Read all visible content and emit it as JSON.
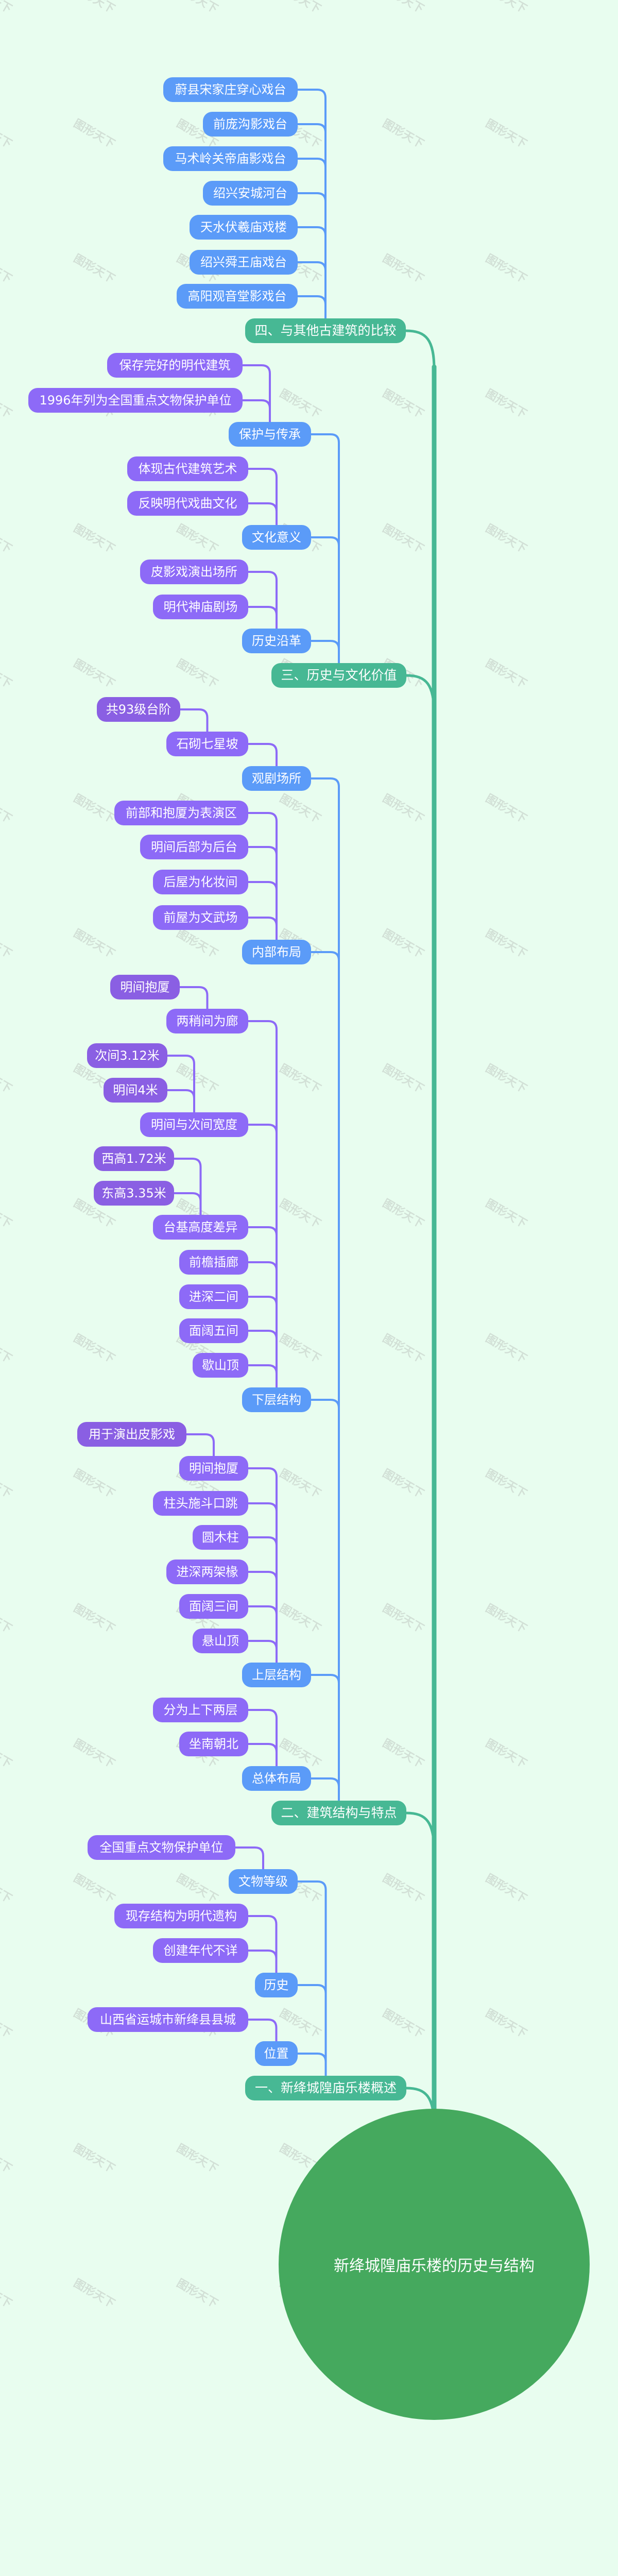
{
  "watermark": "图形天下",
  "colors": {
    "background": "#e8fdef",
    "root": "#45a95e",
    "section": "#47b894",
    "level2": "#5b9bf8",
    "level3": "#8d6af7",
    "level4": "#8a5fe3"
  },
  "root": {
    "label": "新绛城隍庙乐楼的历史与结构"
  },
  "s4": {
    "label": "四、与其他古建筑的比较",
    "c": [
      {
        "label": "蔚县宋家庄穿心戏台"
      },
      {
        "label": "前庞沟影戏台"
      },
      {
        "label": "马术岭关帝庙影戏台"
      },
      {
        "label": "绍兴安城河台"
      },
      {
        "label": "天水伏羲庙戏楼"
      },
      {
        "label": "绍兴舜王庙戏台"
      },
      {
        "label": "高阳观音堂影戏台"
      }
    ]
  },
  "s3": {
    "label": "三、历史与文化价值",
    "c": [
      {
        "label": "保护与传承",
        "c": [
          {
            "label": "保存完好的明代建筑"
          },
          {
            "label": "1996年列为全国重点文物保护单位"
          }
        ]
      },
      {
        "label": "文化意义",
        "c": [
          {
            "label": "体现古代建筑艺术"
          },
          {
            "label": "反映明代戏曲文化"
          }
        ]
      },
      {
        "label": "历史沿革",
        "c": [
          {
            "label": "皮影戏演出场所"
          },
          {
            "label": "明代神庙剧场"
          }
        ]
      }
    ]
  },
  "s2": {
    "label": "二、建筑结构与特点",
    "c": [
      {
        "label": "观剧场所",
        "c": [
          {
            "label": "石砌七星坡",
            "c": [
              {
                "label": "共93级台阶"
              }
            ]
          }
        ]
      },
      {
        "label": "内部布局",
        "c": [
          {
            "label": "前部和抱厦为表演区"
          },
          {
            "label": "明间后部为后台"
          },
          {
            "label": "后屋为化妆间"
          },
          {
            "label": "前屋为文武场"
          }
        ]
      },
      {
        "label": "下层结构",
        "c": [
          {
            "label": "两稍间为廊",
            "c": [
              {
                "label": "明间抱厦"
              }
            ]
          },
          {
            "label": "明间与次间宽度",
            "c": [
              {
                "label": "次间3.12米"
              },
              {
                "label": "明间4米"
              }
            ]
          },
          {
            "label": "台基高度差异",
            "c": [
              {
                "label": "西高1.72米"
              },
              {
                "label": "东高3.35米"
              }
            ]
          },
          {
            "label": "前檐插廊"
          },
          {
            "label": "进深二间"
          },
          {
            "label": "面阔五间"
          },
          {
            "label": "歇山顶"
          }
        ]
      },
      {
        "label": "上层结构",
        "c": [
          {
            "label": "明间抱厦",
            "c": [
              {
                "label": "用于演出皮影戏"
              }
            ]
          },
          {
            "label": "柱头施斗口跳"
          },
          {
            "label": "圆木柱"
          },
          {
            "label": "进深两架椽"
          },
          {
            "label": "面阔三间"
          },
          {
            "label": "悬山顶"
          }
        ]
      },
      {
        "label": "总体布局",
        "c": [
          {
            "label": "分为上下两层"
          },
          {
            "label": "坐南朝北"
          }
        ]
      }
    ]
  },
  "s1": {
    "label": "一、新绛城隍庙乐楼概述",
    "c": [
      {
        "label": "文物等级",
        "c": [
          {
            "label": "全国重点文物保护单位"
          }
        ]
      },
      {
        "label": "历史",
        "c": [
          {
            "label": "现存结构为明代遗构"
          },
          {
            "label": "创建年代不详"
          }
        ]
      },
      {
        "label": "位置",
        "c": [
          {
            "label": "山西省运城市新绛县县城"
          }
        ]
      }
    ]
  }
}
